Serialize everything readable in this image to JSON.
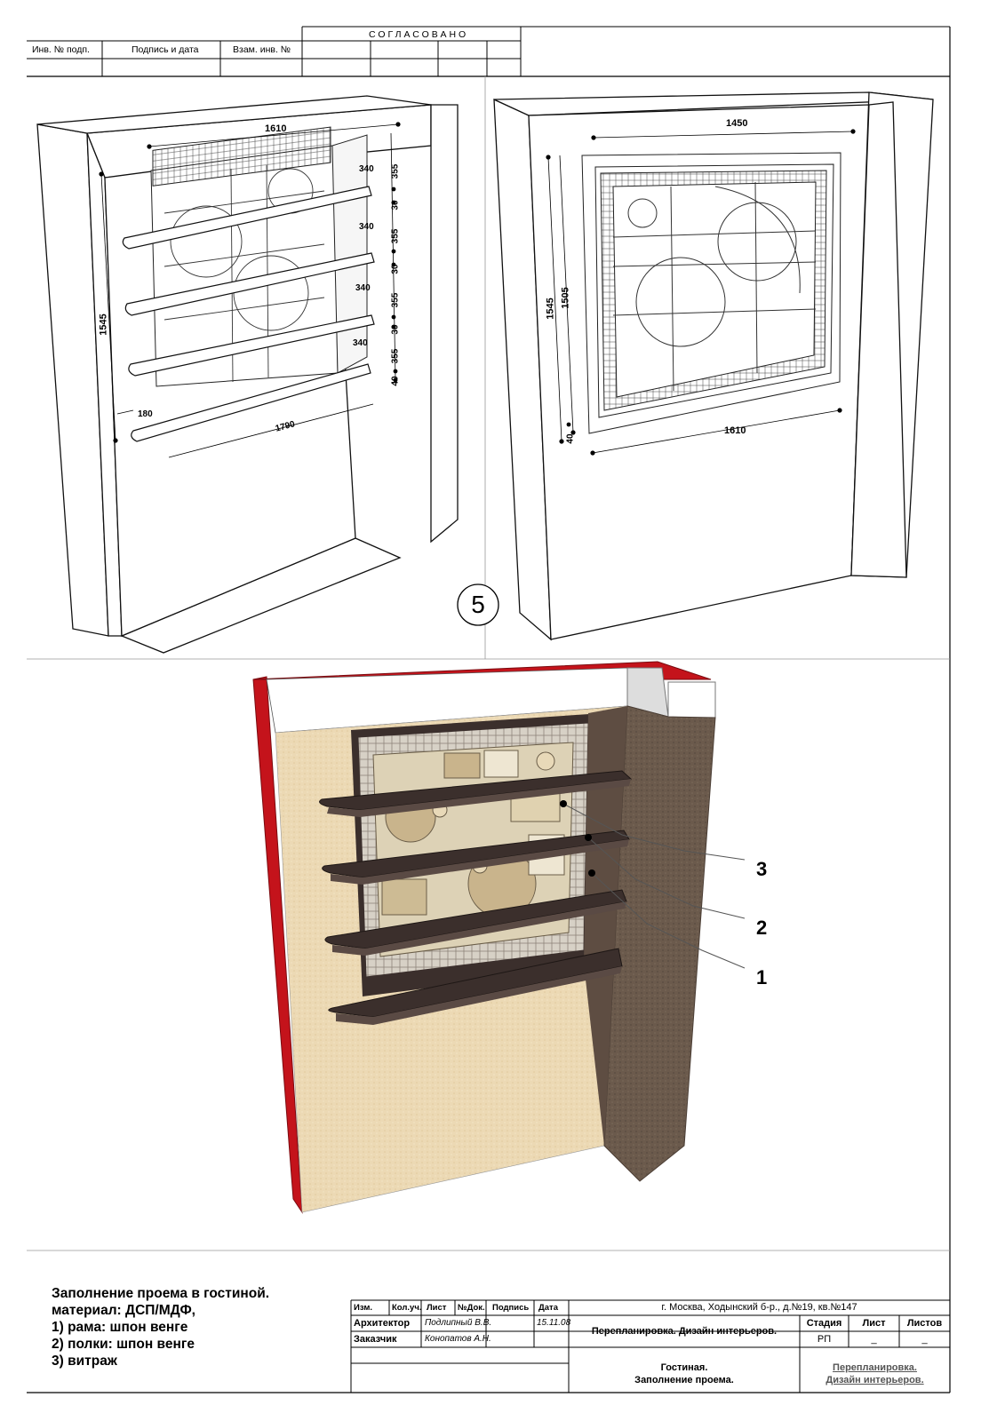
{
  "header": {
    "inv_podl": "Инв. № подп.",
    "podpis_data": "Подпись и дата",
    "vzam": "Взам. инв. №",
    "soglasovano": "СОГЛАСОВАНО"
  },
  "sheet_marker": "5",
  "view_left": {
    "dims": {
      "width_top": "1610",
      "height": "1545",
      "depth_1": "340",
      "depth_2": "340",
      "depth_3": "340",
      "depth_4": "340",
      "gap_1": "355",
      "gap_2": "355",
      "gap_3": "355",
      "gap_4": "355",
      "shelf_1": "30",
      "shelf_2": "30",
      "shelf_3": "30",
      "shelf_bottom": "40",
      "bottom_depth": "180",
      "bottom_width": "1790"
    }
  },
  "view_right": {
    "dims": {
      "inner_width": "1450",
      "outer_height": "1545",
      "inner_height": "1505",
      "frame": "40",
      "outer_width": "1610"
    }
  },
  "callouts": [
    "3",
    "2",
    "1"
  ],
  "notes": [
    "Заполнение проема в гостиной.",
    "материал: ДСП/МДФ,",
    "1) рама: шпон венге",
    "2) полки: шпон венге",
    "3) витраж"
  ],
  "title_block": {
    "col_izm": "Изм.",
    "col_kol": "Кол.уч.",
    "col_list": "Лист",
    "col_ndok": "№Док.",
    "col_podpis": "Подпись",
    "col_data": "Дата",
    "address": "г. Москва, Ходынский б-р., д.№19, кв.№147",
    "role_architect": "Архитектор",
    "architect_name": "Подлипный В.В.",
    "date": "15.11.08",
    "role_client": "Заказчик",
    "client_name": "Конопатов А.Н.",
    "project": "Перепланировка. Дизайн интерьеров.",
    "stage_label": "Стадия",
    "sheet_label": "Лист",
    "sheets_label": "Листов",
    "stage_value": "РП",
    "sheet_value": "_",
    "sheets_value": "_",
    "drawing_title_1": "Гостиная.",
    "drawing_title_2": "Заполнение проема.",
    "firm_1": "Перепланировка.",
    "firm_2": "Дизайн интерьеров."
  },
  "colors": {
    "wall_red": "#c4131b",
    "plaster": "#ecd9b4",
    "wall_brown": "#6b5a4c",
    "wenge": "#3b2f2c",
    "glass_light": "#ddd2b6",
    "glass_mid": "#c9b48c"
  }
}
